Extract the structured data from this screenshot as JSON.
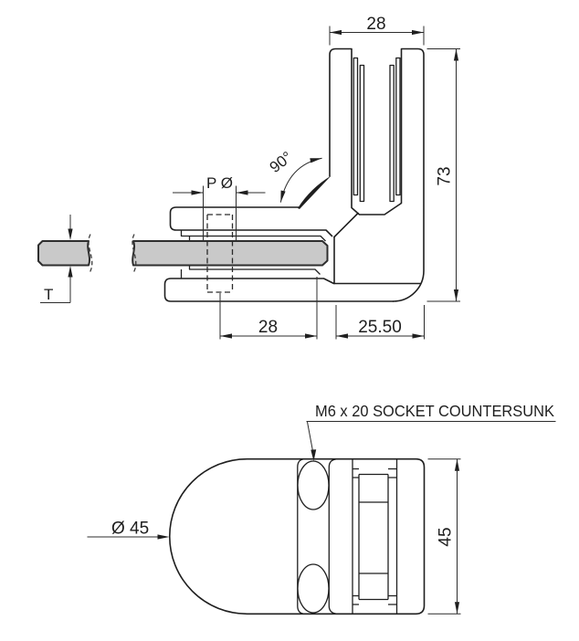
{
  "drawing": {
    "side_view": {
      "dim_top_width": "28",
      "dim_overall_height": "73",
      "dim_angle": "90°",
      "dim_pin_diameter": "P Ø",
      "dim_glass_thickness": "T",
      "dim_hole_offset": "28",
      "dim_body_depth": "25.50"
    },
    "front_view": {
      "screw_callout": "M6 x 20 SOCKET COUNTERSUNK",
      "dim_body_diameter": "Ø 45",
      "dim_body_height": "45"
    },
    "colors": {
      "line": "#1f1f1f",
      "dimension": "#2c2c2c",
      "glass_fill": "#c9c9c9",
      "background": "#ffffff"
    }
  }
}
